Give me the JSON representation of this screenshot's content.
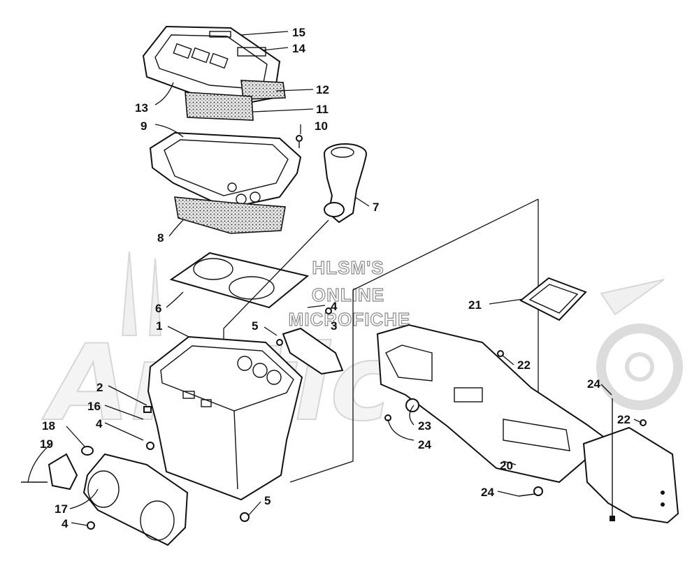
{
  "watermark": {
    "line1": "HLSM'S",
    "line2": "ONLINE",
    "line3": "MICROFICHE"
  },
  "callouts": [
    "15",
    "14",
    "12",
    "13",
    "11",
    "9",
    "10",
    "7",
    "8",
    "6",
    "4",
    "1",
    "5",
    "3",
    "2",
    "16",
    "4",
    "18",
    "19",
    "17",
    "4",
    "5",
    "21",
    "22",
    "24",
    "22",
    "23",
    "24",
    "20",
    "24"
  ]
}
